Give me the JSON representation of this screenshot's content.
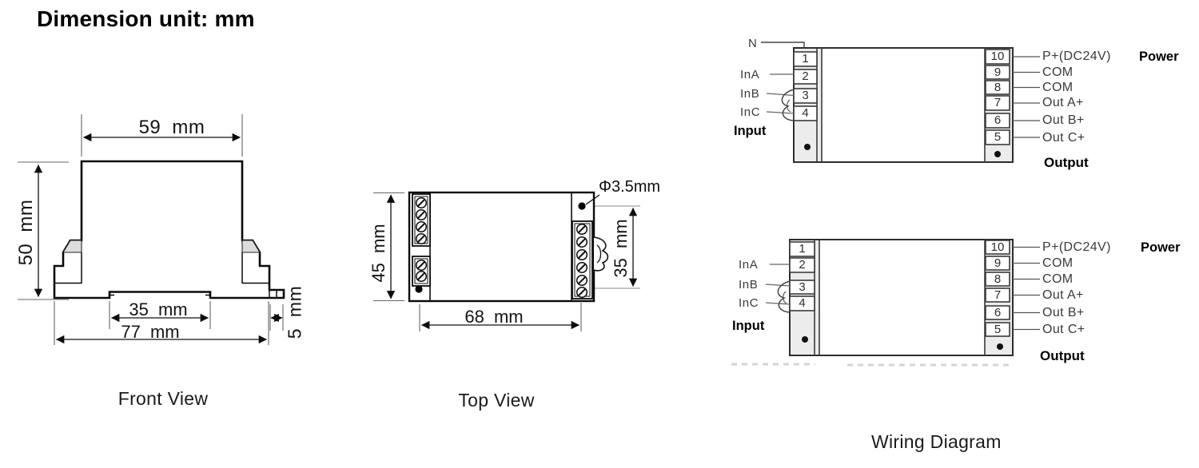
{
  "title": "Dimension unit: mm",
  "colors": {
    "drawing_line": "#0d0d0d",
    "scan_line": "#3a3a3a",
    "bevel_fill": "#dcdcdc"
  },
  "front_view": {
    "caption": "Front View",
    "dim_top_width": "59 mm",
    "dim_height": "50 mm",
    "dim_notch_width": "35 mm",
    "dim_total_width": "77 mm",
    "dim_tab": "5 mm"
  },
  "top_view": {
    "caption": "Top View",
    "dim_height": "45 mm",
    "dim_hole_spacing": "68 mm",
    "dim_right_height": "35 mm",
    "hole_diameter": "Φ3.5mm"
  },
  "wiring": {
    "caption": "Wiring Diagram",
    "power_label": "Power",
    "input_label": "Input",
    "output_label": "Output",
    "diagram1": {
      "neutral_label": "N",
      "input_labels": [
        "InA",
        "InB",
        "InC"
      ],
      "left_terminals": [
        "1",
        "2",
        "3",
        "4"
      ],
      "right_terminals": [
        "10",
        "9",
        "8",
        "7",
        "6",
        "5"
      ],
      "right_labels": [
        "P+(DC24V)",
        "COM",
        "COM",
        "Out A+",
        "Out B+",
        "Out C+"
      ]
    },
    "diagram2": {
      "input_labels": [
        "InA",
        "InB",
        "InC"
      ],
      "left_terminals": [
        "1",
        "2",
        "3",
        "4"
      ],
      "right_terminals": [
        "10",
        "9",
        "8",
        "7",
        "6",
        "5"
      ],
      "right_labels": [
        "P+(DC24V)",
        "COM",
        "COM",
        "Out A+",
        "Out B+",
        "Out C+"
      ]
    }
  }
}
